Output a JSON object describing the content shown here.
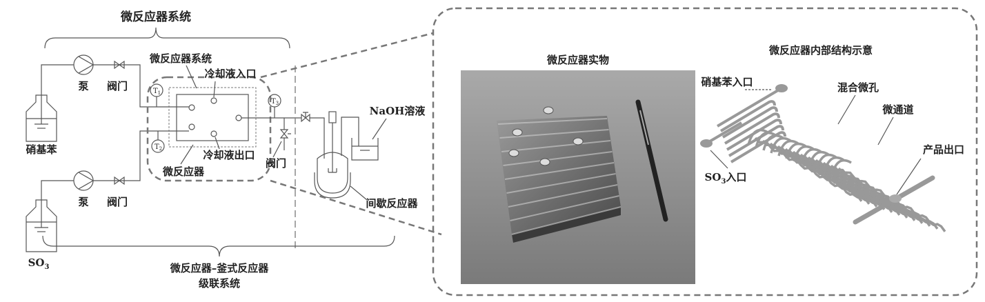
{
  "left": {
    "top_title": "微反应器系统",
    "bottle1_label": "硝基苯",
    "bottle2_label": "SO",
    "bottle2_sub": "3",
    "pump_label": "泵",
    "valve_label": "阀门",
    "inner_system_label": "微反应器系统",
    "coolant_in": "冷却液入口",
    "coolant_out": "冷却液出口",
    "microreactor": "微反应器",
    "t_prefix": "T",
    "t1_sub": "1",
    "t2_sub": "2",
    "t3_sub": "3",
    "naoh": "NaOH溶液",
    "batch_reactor": "间歇反应器",
    "bottom_title_line1": "微反应器–釜式反应器",
    "bottom_title_line2": "级联系统"
  },
  "right": {
    "photo_title": "微反应器实物",
    "structure_title": "微反应器内部结构示意",
    "nitrobenzene_inlet": "硝基苯入口",
    "so3_inlet_main": "SO",
    "so3_inlet_sub": "3",
    "so3_inlet_suffix": "入口",
    "mixing_holes": "混合微孔",
    "microchannel": "微通道",
    "product_outlet": "产品出口"
  }
}
